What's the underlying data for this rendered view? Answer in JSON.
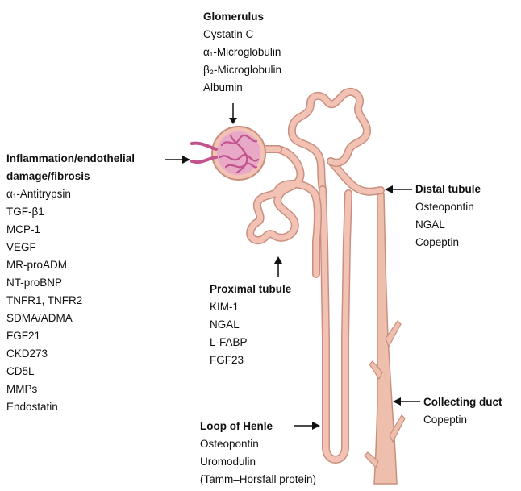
{
  "colors": {
    "tubule_fill": "#f2c3b4",
    "tubule_stroke": "#c98f7e",
    "glomerulus_fill": "#e8a9c6",
    "capillary": "#c2538f",
    "arrow": "#111111"
  },
  "glomerulus": {
    "title": "Glomerulus",
    "items": [
      "Cystatin C",
      "α₁-Microglobulin",
      "β₂-Microglobulin",
      "Albumin"
    ]
  },
  "inflammation": {
    "title_line1": "Inflammation/endothelial",
    "title_line2": "damage/fibrosis",
    "items": [
      "α₁-Antitrypsin",
      "TGF-β1",
      "MCP-1",
      "VEGF",
      "MR-proADM",
      "NT-proBNP",
      "TNFR1, TNFR2",
      "SDMA/ADMA",
      "FGF21",
      "CKD273",
      "CD5L",
      "MMPs",
      "Endostatin"
    ]
  },
  "distal": {
    "title": "Distal tubule",
    "items": [
      "Osteopontin",
      "NGAL",
      "Copeptin"
    ]
  },
  "proximal": {
    "title": "Proximal tubule",
    "items": [
      "KIM-1",
      "NGAL",
      "L-FABP",
      "FGF23"
    ]
  },
  "collecting": {
    "title": "Collecting duct",
    "items": [
      "Copeptin"
    ]
  },
  "henle": {
    "title": "Loop of Henle",
    "items": [
      "Osteopontin",
      "Uromodulin",
      "(Tamm–Horsfall protein)"
    ]
  }
}
